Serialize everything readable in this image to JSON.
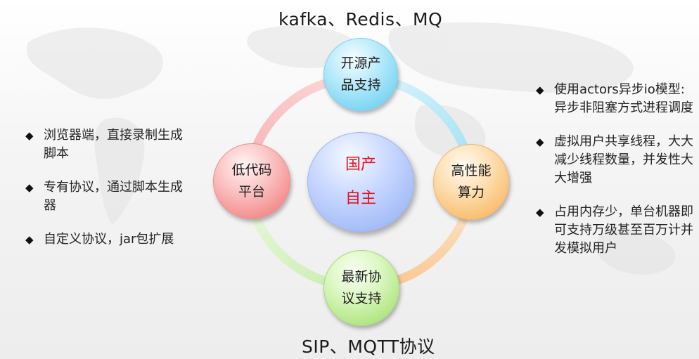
{
  "top_caption": "kafka、Redis、MQ",
  "bottom_caption": "SIP、MQTT协议",
  "center": {
    "line1": "国产",
    "line2": "自主"
  },
  "nodes": {
    "top": {
      "line1": "开源产",
      "line2": "品支持"
    },
    "right": {
      "line1": "高性能",
      "line2": "算力"
    },
    "bottom": {
      "line1": "最新协",
      "line2": "议支持"
    },
    "left": {
      "line1": "低代码",
      "line2": "平台"
    }
  },
  "left_bullets": [
    {
      "text": "浏览器端，直接录制生成脚本"
    },
    {
      "text": "专有协议，通过脚本生成器"
    },
    {
      "text": "自定义协议，jar包扩展"
    }
  ],
  "right_bullets": [
    {
      "text": "使用actors异步io模型: 异步非阻塞方式进程调度"
    },
    {
      "text": "虚拟用户共享线程，大大减少线程数量，并发性大大增强"
    },
    {
      "text": "占用内存少，单台机器即可支持万级甚至百万计并发模拟用户"
    }
  ],
  "bullet_icon": "black-diamond-icon",
  "colors": {
    "top_node": "#5ac9ee",
    "right_node": "#f7ac4e",
    "bottom_node": "#99dd5e",
    "left_node": "#ef6f6f",
    "center_node": "#8eacf2",
    "center_text": "#e0141b"
  }
}
